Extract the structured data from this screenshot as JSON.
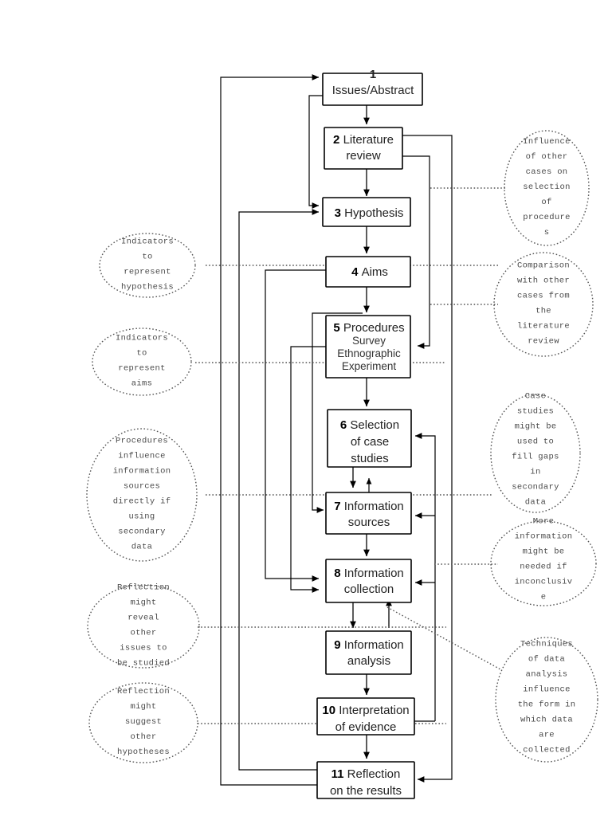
{
  "diagram": {
    "title": "Research process flowchart",
    "colors": {
      "box_stroke": "#000000",
      "box_fill": "#ffffff",
      "arrow": "#333333",
      "dotted": "#555555",
      "text": "#222222"
    },
    "steps": [
      {
        "num": "1",
        "lines": [
          "Issues/Abstract"
        ],
        "sub": []
      },
      {
        "num": "2",
        "lines": [
          "Literature",
          "review"
        ],
        "sub": []
      },
      {
        "num": "3",
        "lines": [
          "Hypothesis"
        ],
        "sub": []
      },
      {
        "num": "4",
        "lines": [
          "Aims"
        ],
        "sub": []
      },
      {
        "num": "5",
        "lines": [
          "Procedures"
        ],
        "sub": [
          "Survey",
          "Ethnographic",
          "Experiment"
        ]
      },
      {
        "num": "6",
        "lines": [
          "Selection",
          "of case",
          "studies"
        ],
        "sub": []
      },
      {
        "num": "7",
        "lines": [
          "Information",
          "sources"
        ],
        "sub": []
      },
      {
        "num": "8",
        "lines": [
          "Information",
          "collection"
        ],
        "sub": []
      },
      {
        "num": "9",
        "lines": [
          "Information",
          "analysis"
        ],
        "sub": []
      },
      {
        "num": "10",
        "lines": [
          "Interpretation",
          "of evidence"
        ],
        "sub": []
      },
      {
        "num": "11",
        "lines": [
          "Reflection",
          "on the results"
        ],
        "sub": []
      }
    ],
    "notes_left": [
      {
        "id": "indicators-hypothesis",
        "lines": [
          "Indicators",
          "to",
          "represent",
          "hypothesis"
        ]
      },
      {
        "id": "indicators-aims",
        "lines": [
          "Indicators",
          "to",
          "represent",
          "aims"
        ]
      },
      {
        "id": "procedures-influence",
        "lines": [
          "Procedures",
          "influence",
          "information",
          "sources",
          "directly if",
          "using",
          "secondary",
          "data"
        ]
      },
      {
        "id": "reflection-issues",
        "lines": [
          "Reflection",
          "might",
          "reveal",
          "other",
          "issues to",
          "be studied"
        ]
      },
      {
        "id": "reflection-hypotheses",
        "lines": [
          "Reflection",
          "might",
          "suggest",
          "other",
          "hypotheses"
        ]
      }
    ],
    "notes_right": [
      {
        "id": "influence-other-cases",
        "lines": [
          "Influence",
          "of other",
          "cases on",
          "selection",
          "of",
          "procedure",
          "s"
        ]
      },
      {
        "id": "comparison-other-cases",
        "lines": [
          "Comparison",
          "with other",
          "cases from",
          "the",
          "literature",
          "review"
        ]
      },
      {
        "id": "case-studies-gaps",
        "lines": [
          "Case",
          "studies",
          "might be",
          "used to",
          "fill gaps",
          "in",
          "secondary",
          "data"
        ]
      },
      {
        "id": "more-information",
        "lines": [
          "More",
          "information",
          "might be",
          "needed if",
          "inconclusiv",
          "e"
        ]
      },
      {
        "id": "techniques-of-data",
        "lines": [
          "Techniques",
          "of data",
          "analysis",
          "influence",
          "the form in",
          "which data",
          "are",
          "collected"
        ]
      }
    ]
  }
}
